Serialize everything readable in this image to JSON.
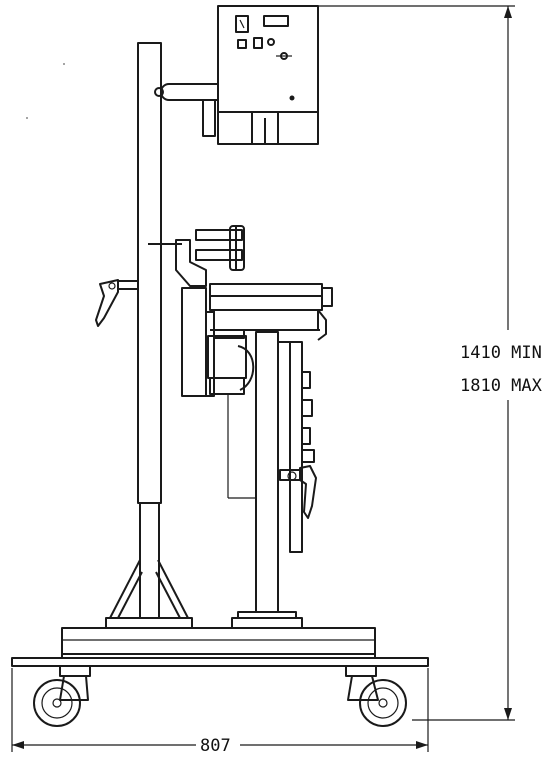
{
  "dimensions": {
    "height_min": "1410 MIN",
    "height_max": "1810 MAX",
    "width": "807"
  },
  "colors": {
    "line": "#1a1a1a",
    "background": "#ffffff"
  }
}
